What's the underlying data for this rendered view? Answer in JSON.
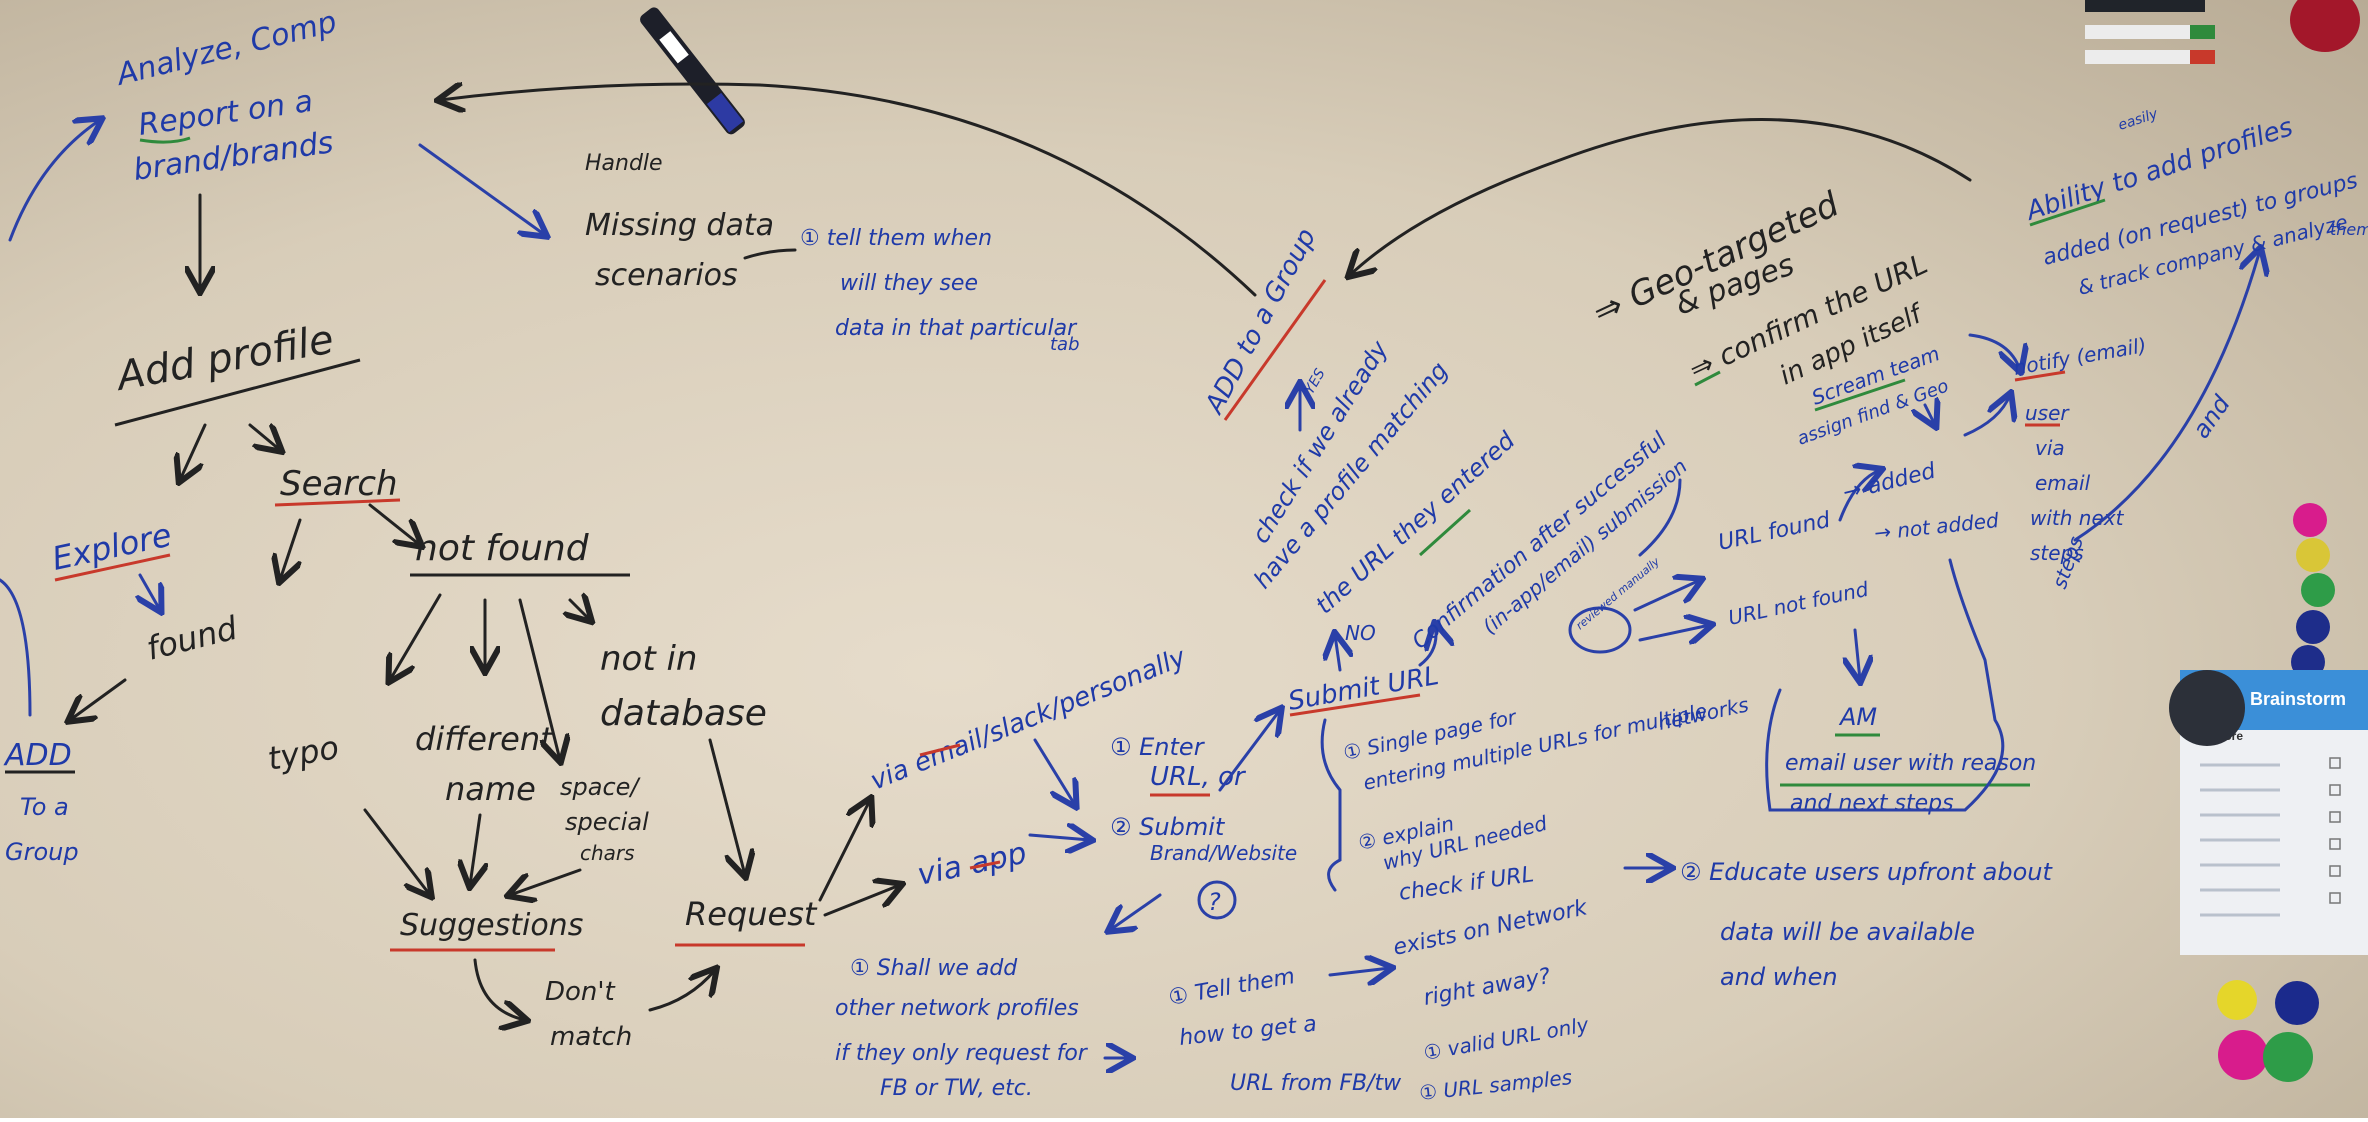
{
  "notes": {
    "analyze": "Analyze, Comp",
    "report": "Report on a",
    "brand_brands": "brand/brands",
    "handle": "Handle",
    "missing_data": "Missing data",
    "scenarios": "scenarios",
    "tell_them_1": "① tell them when",
    "tell_them_2": "will they see",
    "tell_them_3": "data in that particular",
    "tell_them_4": "tab",
    "add_profile": "Add profile",
    "explore": "Explore",
    "search": "Search",
    "found": "found",
    "not_found": "not found",
    "add_to_group_1": "ADD",
    "add_to_group_2": "To a",
    "add_to_group_3": "Group",
    "typo": "typo",
    "different": "different",
    "name": "name",
    "space_special_1": "space/",
    "space_special_2": "special",
    "space_special_3": "chars",
    "not_in": "not in",
    "database": "database",
    "suggestions": "Suggestions",
    "dont_match_1": "Don't",
    "dont_match_2": "match",
    "request": "Request",
    "via_email": "via email/slack/personally",
    "via_app": "via app",
    "enter": "① Enter",
    "url_or": "URL, or",
    "submit_brand_1": "② Submit",
    "submit_brand_2": "Brand/Website",
    "question_mark": "?",
    "shall_we_1": "① Shall we add",
    "shall_we_2": "other network profiles",
    "shall_we_3": "if they only request for",
    "shall_we_4": "FB or TW, etc.",
    "tell_them_how_1": "① Tell them",
    "tell_them_how_2": "how to get a",
    "tell_them_how_3": "URL from FB/tw",
    "check_url_1": "check if URL",
    "check_url_2": "exists on Network",
    "check_url_3": "right away?",
    "check_url_4": "① valid URL only",
    "check_url_5": "① URL samples",
    "educate_1": "② Educate users upfront about",
    "educate_2": "data will be available",
    "educate_3": "and when",
    "single_page_1": "① Single page for",
    "single_page_2": "entering multiple URLs for multiple",
    "single_page_3": "networks",
    "explain_1": "② explain",
    "explain_2": "why URL needed",
    "submit_url": "Submit URL",
    "no": "NO",
    "yes": "YES",
    "check_profile_1": "check if we already",
    "check_profile_2": "have a profile matching",
    "check_profile_3": "the URL they entered",
    "add_to_group_mid": "ADD to a Group",
    "confirmation_1": "Confirmation after successful",
    "confirmation_2": "(in-app/email) submission",
    "reviewed": "reviewed manually",
    "geo_1": "⇒ Geo-targeted",
    "geo_2": "& pages",
    "confirm_url_1": "⇒ confirm the URL",
    "confirm_url_2": "in app itself",
    "scream_1": "Scream team",
    "scream_2": "assign find & Geo",
    "url_found": "URL found",
    "added": "→ added",
    "not_added": "→ not added",
    "url_not_found": "URL not found",
    "notify_1": "notify (email)",
    "notify_2": "user",
    "notify_3": "via",
    "notify_4": "email",
    "notify_5": "with next",
    "notify_6": "steps",
    "am": "AM",
    "email_user_1": "email user with reason",
    "email_user_2": "and next steps",
    "ability_1": "Ability to add profiles",
    "ability_easily": "easily",
    "ability_2": "added (on request) to groups",
    "ability_3": "& track company & analyze",
    "ability_4": "them",
    "and": "and",
    "brainstorm": "Brainstorm",
    "before": "Before"
  }
}
